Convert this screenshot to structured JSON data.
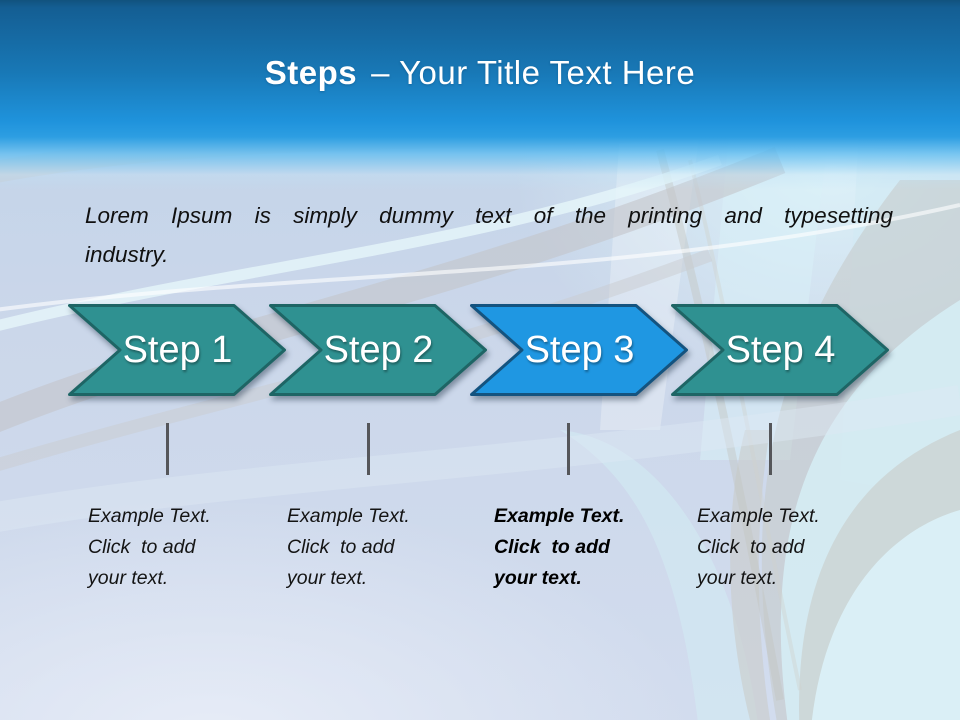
{
  "slide": {
    "title": {
      "emphasis": "Steps",
      "rest": "– Your Title Text Here"
    },
    "intro": {
      "line1": "Lorem Ipsum is simply dummy text of the printing and typesetting",
      "line2": "industry."
    },
    "steps": [
      {
        "label": "Step 1",
        "state": "default",
        "description": "Example Text.\nClick  to add\nyour text."
      },
      {
        "label": "Step 2",
        "state": "default",
        "description": "Example Text.\nClick  to add\nyour text."
      },
      {
        "label": "Step 3",
        "state": "highlighted",
        "description": "Example Text.\nClick  to add\nyour text."
      },
      {
        "label": "Step 4",
        "state": "default",
        "description": "Example Text.\nClick  to add\nyour text."
      }
    ],
    "colors": {
      "teal": "#2F9191",
      "tealBorder": "#1E6565",
      "blue": "#1F97E2",
      "blueBorder": "#14537F",
      "headerTop": "#145E93",
      "headerBottom": "#1F96DE",
      "background": "#CBD7EA",
      "tick": "#55565A"
    }
  }
}
